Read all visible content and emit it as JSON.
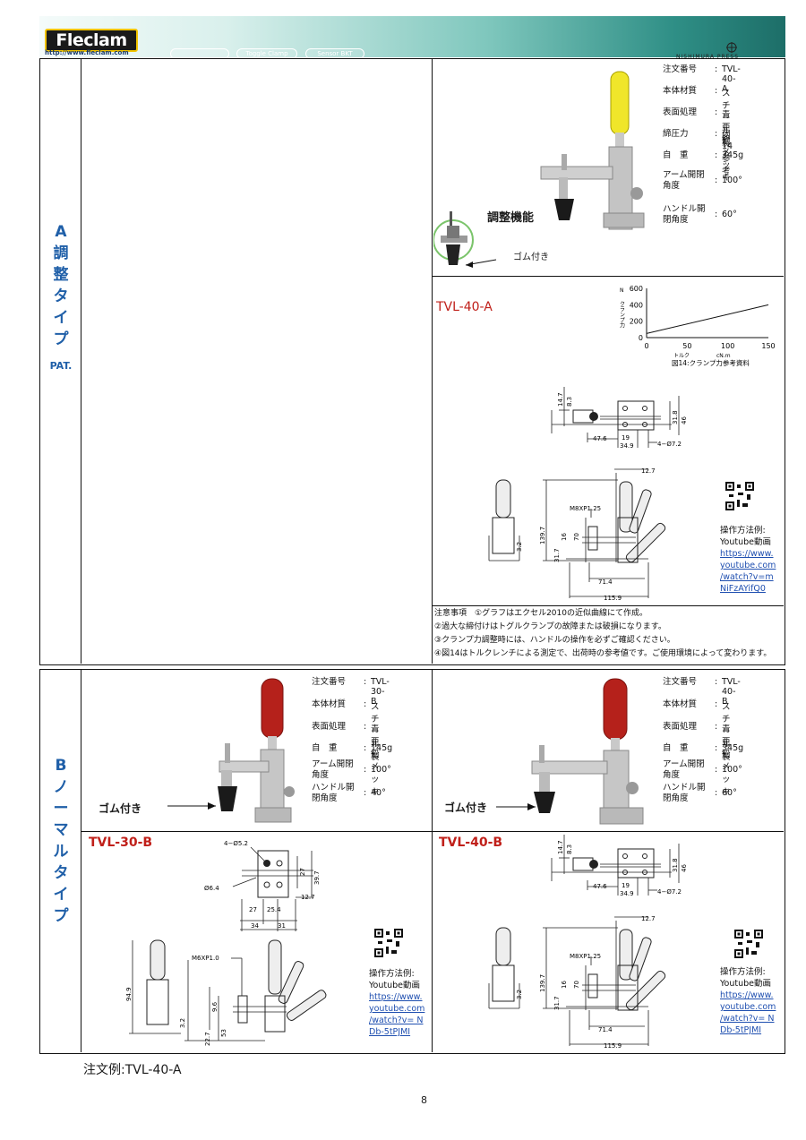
{
  "header": {
    "logo": "Fleclam",
    "url": "http://www.fleclam.com",
    "tabs": [
      "Toggle Clamp",
      "Sensor BKT"
    ],
    "press": "NISHIMURA PRESS"
  },
  "section_a": {
    "label": "A調整タイプ",
    "chars": [
      "A",
      "調",
      "整",
      "タ",
      "イ",
      "プ"
    ],
    "pat": "PAT."
  },
  "section_b": {
    "label": "Bノーマルタイプ",
    "chars": [
      "B",
      "ノ",
      "ー",
      "マ",
      "ル",
      "タ",
      "イ",
      "プ"
    ]
  },
  "spec_a": {
    "rows": [
      {
        "k": "注文番号",
        "v": "TVL-40-A"
      },
      {
        "k": "本体材質",
        "v": "スチール製"
      },
      {
        "k": "表面処理",
        "v": "青亜鉛メッキ"
      },
      {
        "k": "締圧力",
        "v": "図14参考"
      },
      {
        "k": "自　重",
        "v": "345g"
      },
      {
        "k": "アーム開閉角度",
        "v": "100°"
      },
      {
        "k": "ハンドル開閉角度",
        "v": "60°"
      }
    ]
  },
  "spec_b30": {
    "rows": [
      {
        "k": "注文番号",
        "v": "TVL-30-B"
      },
      {
        "k": "本体材質",
        "v": "スチール製"
      },
      {
        "k": "表面処理",
        "v": "青亜鉛メッキ"
      },
      {
        "k": "自　重",
        "v": "145g"
      },
      {
        "k": "アーム開閉角度",
        "v": "100°"
      },
      {
        "k": "ハンドル開閉角度",
        "v": "40°"
      }
    ]
  },
  "spec_b40": {
    "rows": [
      {
        "k": "注文番号",
        "v": "TVL-40-B"
      },
      {
        "k": "本体材質",
        "v": "スチール製"
      },
      {
        "k": "表面処理",
        "v": "青亜鉛メッキ"
      },
      {
        "k": "自　重",
        "v": "345g"
      },
      {
        "k": "アーム開閉角度",
        "v": "100°"
      },
      {
        "k": "ハンドル開閉角度",
        "v": "60°"
      }
    ]
  },
  "labels": {
    "adjust": "調整機能",
    "rubber": "ゴム付き"
  },
  "models": {
    "a40": "TVL-40-A",
    "b30": "TVL-30-B",
    "b40": "TVL-40-B"
  },
  "chart_data": {
    "type": "line",
    "ylabel": "クランプ力",
    "yunit": "N",
    "xlabel": "トルク",
    "xunit": "cN.m",
    "xlim": [
      0,
      150
    ],
    "ylim": [
      0,
      600
    ],
    "xticks": [
      0,
      50,
      100,
      150
    ],
    "yticks": [
      0,
      200,
      400,
      600
    ],
    "series": [
      {
        "x": [
          0,
          150
        ],
        "y": [
          50,
          400
        ]
      }
    ],
    "caption": "図14:クランプ力参考資料"
  },
  "dims40": {
    "d14_7": "14.7",
    "d8_3": "8.3",
    "d31_8": "31.8",
    "d46": "46",
    "d47_6": "47.6",
    "d19": "19",
    "d34_9": "34.9",
    "d4phi": "4−Ø7.2",
    "d12_7": "12.7",
    "m8": "M8XP1.25",
    "d139_7": "139.7",
    "d16": "16",
    "d70": "70",
    "d31_7": "31.7",
    "d3_2": "3.2",
    "d71_4": "71.4",
    "d115_9": "115.9"
  },
  "dims30": {
    "d4phi": "4−Ø5.2",
    "phi64": "Ø6.4",
    "d27": "27",
    "d39_7": "39.7",
    "d12_7": "12.7",
    "d27b": "27",
    "d25_4": "25.4",
    "d34": "34",
    "d31": "31",
    "m6": "M6XP1.0",
    "d94_9": "94.9",
    "d9_6": "9.6",
    "d53": "53",
    "d22_7": "22.7",
    "d3_2": "3.2"
  },
  "qr_a": {
    "l1": "操作方法例:",
    "l2": "Youtube動画",
    "u1": "https://www.",
    "u2": "youtube.com",
    "u3": "/watch?v=m",
    "u4": "NiFzAYifQ0"
  },
  "qr_b30": {
    "l1": "操作方法例:",
    "l2": "Youtube動画",
    "u1": "https://www.",
    "u2": "youtube.com",
    "u3": "/watch?v= N",
    "u4": "Db-5tPJMI"
  },
  "qr_b40": {
    "l1": "操作方法例:",
    "l2": "Youtube動画",
    "u1": "https://www.",
    "u2": "youtube.com",
    "u3": "/watch?v= N",
    "u4": "Db-5tPJMI"
  },
  "notes": [
    "注意事項　①グラフはエクセル2010の近似曲線にて作成。",
    "②過大な締付けはトグルクランプの故障または破損になります。",
    "③クランプ力調整時には、ハンドルの操作を必ずご確認ください。",
    "④図14はトルクレンチによる測定で、出荷時の参考値です。ご使用環境によって変わります。"
  ],
  "footer": {
    "order_example": "注文例:TVL-40-A",
    "page": "8"
  }
}
